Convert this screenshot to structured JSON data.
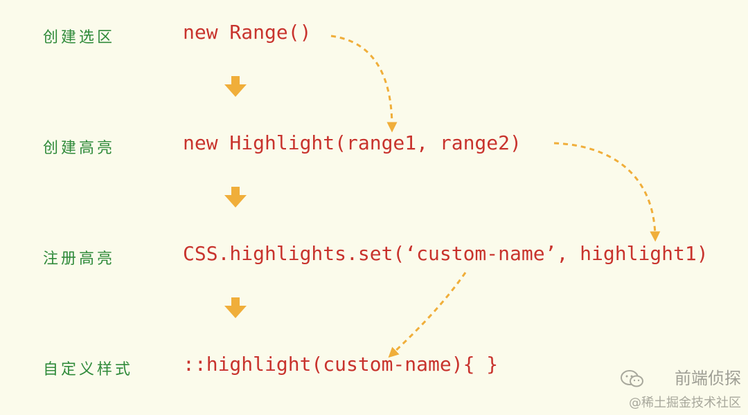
{
  "steps": [
    {
      "label": "创建选区",
      "code": "new Range()"
    },
    {
      "label": "创建高亮",
      "code": "new Highlight(range1, range2)"
    },
    {
      "label": "注册高亮",
      "code": "CSS.highlights.set(‘custom-name’, highlight1)"
    },
    {
      "label": "自定义样式",
      "code": "::highlight(custom-name){ }"
    }
  ],
  "colors": {
    "background": "#fbfbeb",
    "label": "#2f8a3a",
    "code": "#c8332d",
    "arrow": "#f0ae3a"
  },
  "watermark": {
    "account": "前端侦探",
    "site": "@稀土掘金技术社区",
    "icon": "wechat-icon"
  }
}
